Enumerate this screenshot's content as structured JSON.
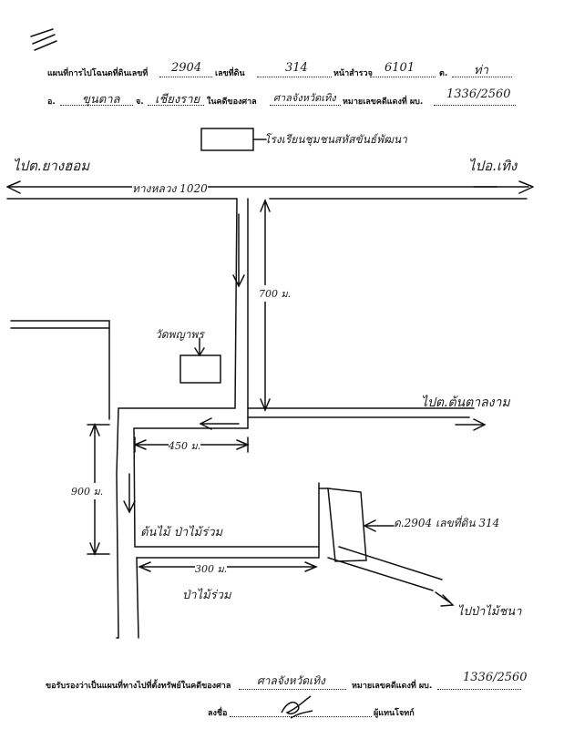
{
  "header": {
    "l_map": "แผนที่การไปโฉนดที่ดินเลขที่",
    "deed_no": "2904",
    "l_land": "เลขที่ดิน",
    "land_no": "314",
    "l_survey": "หน้าสำรวจ",
    "survey_page": "6101",
    "l_tambon": "ต.",
    "tambon": "ท่า",
    "l_amphoe": "อ.",
    "amphoe": "ขุนตาล",
    "l_changwat": "จ.",
    "changwat": "เชียงราย",
    "l_court": "ในคดีของศาล",
    "court": "ศาลจังหวัดเทิง",
    "l_case": "หมายเลขคดีแดงที่ ผบ.",
    "case_no": "1336/2560"
  },
  "map": {
    "school": "โรงเรียนชุมชนสหัสขันธ์พัฒนา",
    "to_left": "ไปต.ยางฮอม",
    "to_right": "ไปอ.เทิง",
    "highway": "ทางหลวง 1020",
    "dist_700": "700 ม.",
    "temple": "วัดพญาพร",
    "to_east": "ไปต.ต้นตาลงาม",
    "dist_450": "450 ม.",
    "dist_900": "900 ม.",
    "ricefield_left": "ต้นไม้ ป่าไม้ร่วม",
    "dist_300": "300 ม.",
    "ricefield_bottom": "ป่าไม้ร่วม",
    "plot_label": "ด.2904 เลขที่ดิน 314",
    "to_south": "ไปป่าไม้ชนา"
  },
  "footer": {
    "cert": "ขอรับรองว่าเป็นแผนที่ทางไปที่ตั้งทรัพย์ในคดีของศาล",
    "court": "ศาลจังหวัดเทิง",
    "l_case": "หมายเลขคดีแดงที่ ผบ.",
    "case_no": "1336/2560",
    "l_sign": "ลงชื่อ",
    "l_role": "ผู้แทนโจทก์"
  }
}
